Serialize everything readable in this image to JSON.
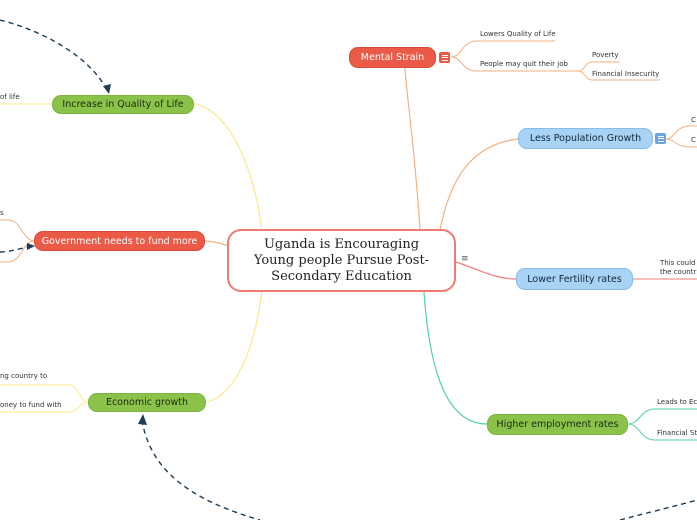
{
  "central_topic": "Uganda is Encouraging Young people Pursue Post-Secondary Education",
  "branches": {
    "mental_strain": {
      "label": "Mental Strain",
      "children": {
        "lowers_quality": "Lowers Quality of Life",
        "quit_job": "People may quit their job",
        "poverty": "Poverty",
        "financial_insecurity": "Financial Insecurity"
      }
    },
    "less_population_growth": {
      "label": "Less Population Growth",
      "children": [
        "C",
        "C"
      ]
    },
    "lower_fertility_rates": {
      "label": "Lower Fertility rates",
      "note_line1": "This could",
      "note_line2": "the countr"
    },
    "higher_employment_rates": {
      "label": "Higher employment rates",
      "children": {
        "leads_to": "Leads to Ec",
        "financial": "Financial St"
      }
    },
    "increase_quality_of_life": {
      "label": "Increase in Quality of Life",
      "fragment": "of life"
    },
    "government_fund_more": {
      "label": "Government needs to fund more",
      "fragment": "s"
    },
    "economic_growth": {
      "label": "Economic growth",
      "fragment1": "ng country to",
      "fragment2": "oney to fund with"
    }
  },
  "icons": {
    "menu": "menu-icon"
  },
  "colors": {
    "green": "#8bc34a",
    "red": "#ea5a47",
    "blue": "#a9d3f5",
    "link_yellow": "#fbe98a",
    "link_orange": "#f4b07e",
    "link_red": "#ef7b73",
    "link_teal": "#4fd1a5",
    "dashed": "#1c3d5a"
  }
}
